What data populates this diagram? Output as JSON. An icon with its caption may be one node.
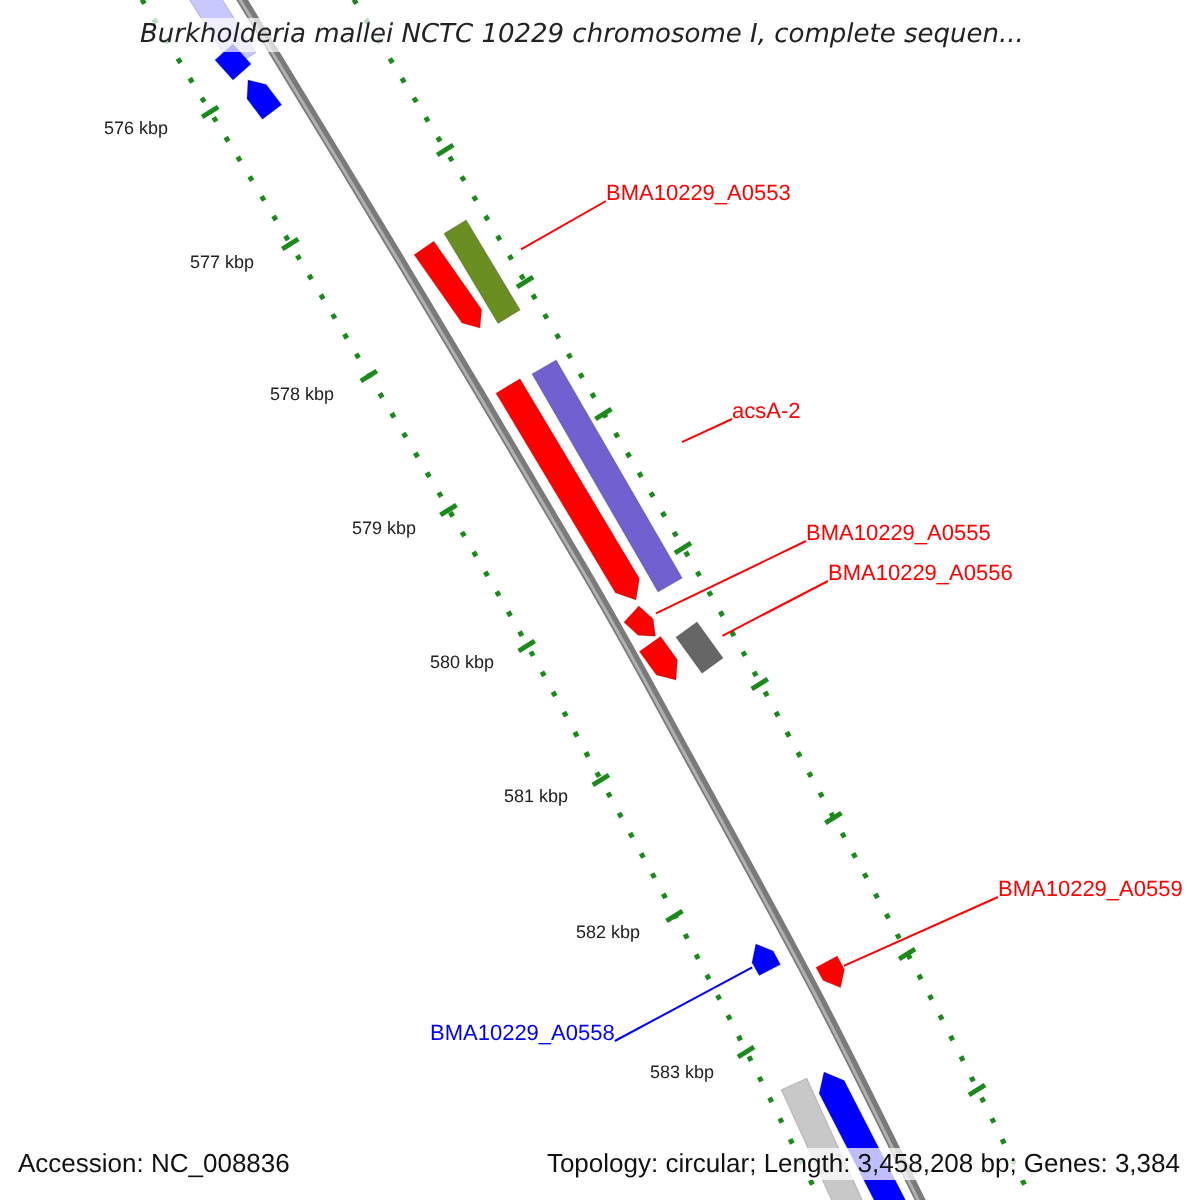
{
  "diagram": {
    "title": "Burkholderia mallei NCTC 10229 chromosome I, complete sequen...",
    "nodes": [
      {
        "text": [
          "BMA10229_A0553"
        ]
      },
      {
        "text": [],
        "shape": "bar"
      },
      {
        "text": [
          "acsA-2"
        ]
      },
      {
        "text": [],
        "shape": "bar"
      },
      {
        "text": [
          "BMA10229_A0555"
        ]
      },
      {
        "text": [],
        "shape": "bar"
      },
      {
        "text": [
          "BMA10229_A0556"
        ]
      },
      {
        "text": [],
        "shape": "bar"
      },
      {
        "text": [
          "BMA10229_A0559"
        ]
      },
      {
        "text": [],
        "shape": "bar"
      },
      {
        "text": [
          "BMA10229_A0558"
        ]
      },
      {
        "text": [],
        "shape": "bar"
      }
    ],
    "edges": [
      {
        "from": 0,
        "to": 1,
        "arrow": "none"
      },
      {
        "from": 2,
        "to": 3,
        "arrow": "none"
      },
      {
        "from": 4,
        "to": 5,
        "arrow": "none"
      },
      {
        "from": 6,
        "to": 7,
        "arrow": "none"
      },
      {
        "from": 8,
        "to": 9,
        "arrow": "none"
      },
      {
        "from": 10,
        "to": 11,
        "arrow": "none",
        "color": "#0000ff"
      }
    ],
    "labels": [
      "576 kbp",
      "577 kbp",
      "578 kbp",
      "579 kbp",
      "580 kbp",
      "581 kbp",
      "582 kbp",
      "583 kbp",
      "Accession: NC_008836",
      "Topology: circular; Length: 3,458,208 bp; Genes: 3,384"
    ]
  }
}
